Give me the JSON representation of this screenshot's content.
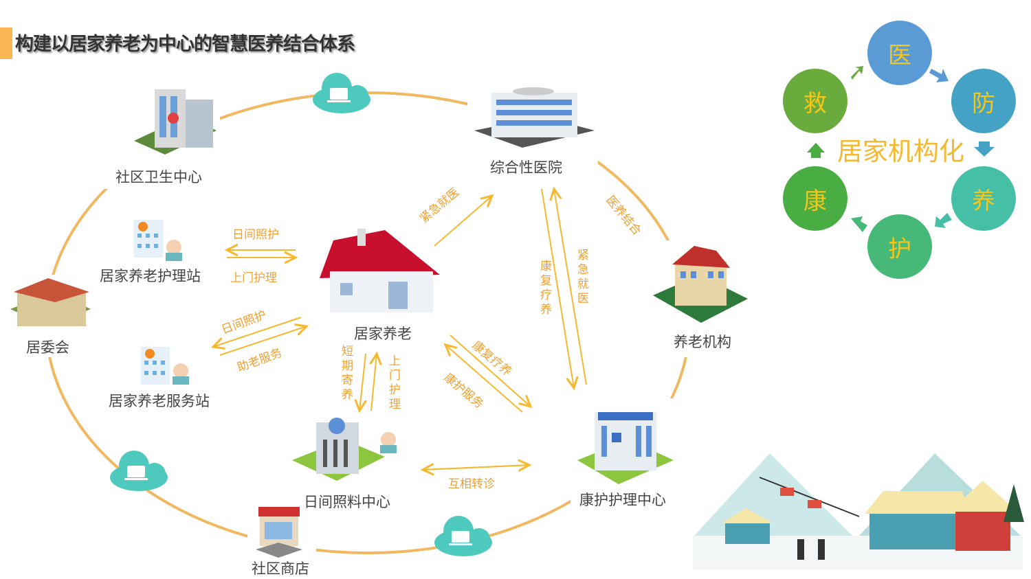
{
  "title": "构建以居家养老为中心的智慧医养结合体系",
  "nodes": {
    "center": "居家养老",
    "community_health": "社区卫生中心",
    "general_hospital": "综合性医院",
    "nursing_institution": "养老机构",
    "rehab_center": "康护护理中心",
    "day_care": "日间照料中心",
    "community_shop": "社区商店",
    "residents_committee": "居委会",
    "home_care_station": "居家养老护理站",
    "home_service_station": "居家养老服务站"
  },
  "arrows": {
    "care_day": "日间照护",
    "care_door": "上门护理",
    "service_day": "日间照护",
    "service_help": "助老服务",
    "emergency": "紧急就医",
    "medical_nursing": "医养结合",
    "rehab_down": "康复疗养",
    "emergency_up": "紧急就医",
    "short_stay": "短期寄养",
    "door_nursing": "上门护理",
    "rehab_center_to": "康复疗养",
    "rehab_service": "康护服务",
    "referral": "互相转诊"
  },
  "cycle": {
    "center_text": "居家机构化",
    "items": [
      {
        "label": "医",
        "color": "#5b9bd5"
      },
      {
        "label": "防",
        "color": "#44a3c4"
      },
      {
        "label": "养",
        "color": "#45bfa6"
      },
      {
        "label": "护",
        "color": "#46b877"
      },
      {
        "label": "康",
        "color": "#4aad44"
      },
      {
        "label": "救",
        "color": "#6aab3e"
      }
    ]
  },
  "colors": {
    "ring": "#f2b860",
    "arrow": "#f5b82e",
    "cloud": "#4dc9bd"
  }
}
